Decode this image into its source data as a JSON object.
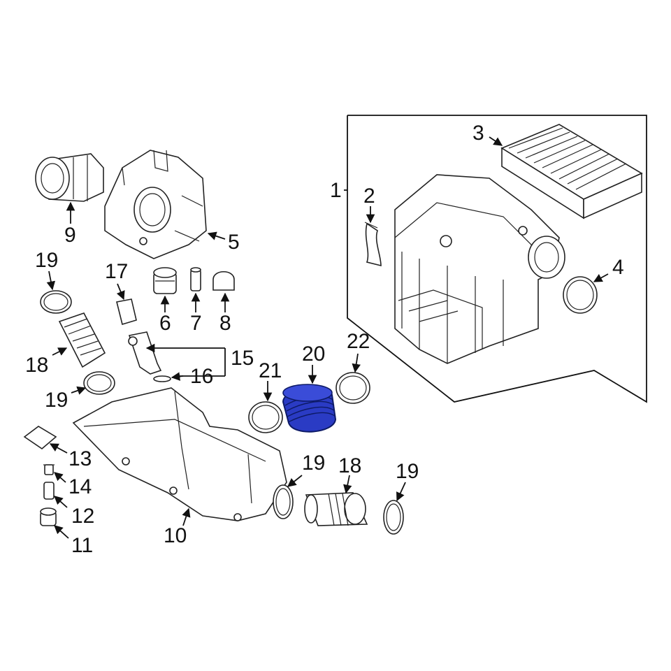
{
  "callouts": {
    "c1": "1",
    "c2": "2",
    "c3": "3",
    "c4": "4",
    "c5": "5",
    "c6": "6",
    "c7": "7",
    "c8": "8",
    "c9": "9",
    "c10": "10",
    "c11": "11",
    "c12": "12",
    "c13": "13",
    "c14": "14",
    "c15": "15",
    "c16": "16",
    "c17": "17",
    "c18a": "18",
    "c18b": "18",
    "c19a": "19",
    "c19b": "19",
    "c19c": "19",
    "c19d": "19",
    "c20": "20",
    "c21": "21",
    "c22": "22"
  },
  "highlight": {
    "part": "20",
    "color": "#2a3bc4"
  }
}
